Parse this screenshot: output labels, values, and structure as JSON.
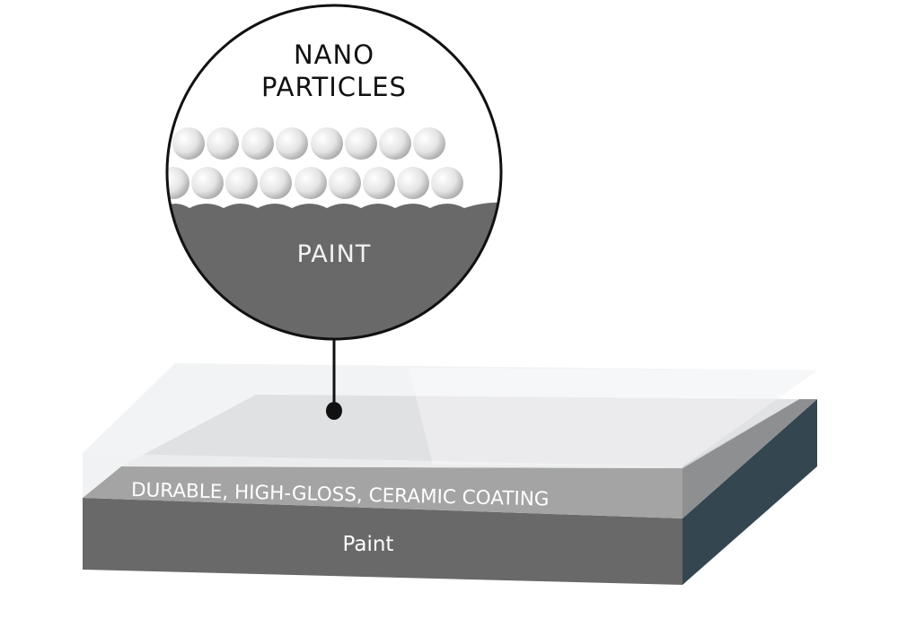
{
  "zoom_callout": {
    "title_line1": "NANO",
    "title_line2": "PARTICLES",
    "paint_label": "PAINT"
  },
  "slab": {
    "coating_label": "DURABLE, HIGH-GLOSS, CERAMIC COATING",
    "paint_label": "Paint"
  },
  "colors": {
    "paint": "#696969",
    "coating": "#a4a4a4",
    "side": "#344650",
    "outline": "#111111"
  }
}
